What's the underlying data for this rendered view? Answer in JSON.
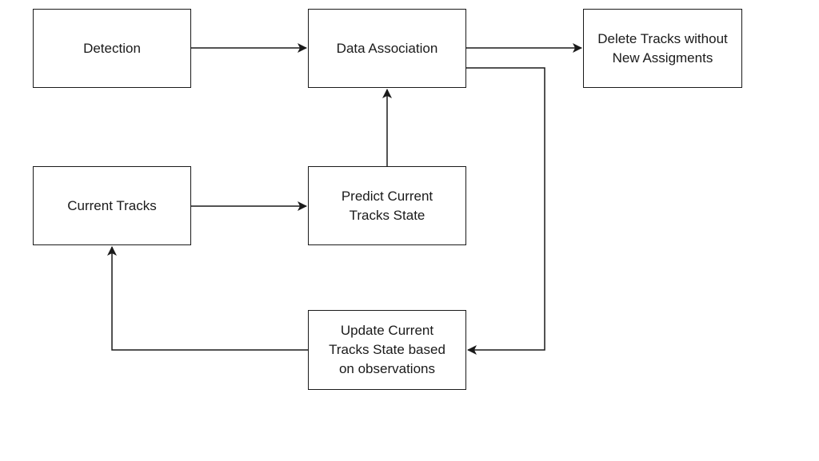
{
  "diagram": {
    "nodes": {
      "detection": {
        "label": "Detection"
      },
      "data_association": {
        "label": "Data Association"
      },
      "delete_tracks": {
        "label": "Delete Tracks without\nNew Assigments"
      },
      "current_tracks": {
        "label": "Current Tracks"
      },
      "predict_state": {
        "label": "Predict Current\nTracks State"
      },
      "update_state": {
        "label": "Update Current\nTracks State based\non observations"
      }
    },
    "edges": [
      {
        "from": "detection",
        "to": "data_association"
      },
      {
        "from": "data_association",
        "to": "delete_tracks"
      },
      {
        "from": "data_association",
        "to": "update_state"
      },
      {
        "from": "current_tracks",
        "to": "predict_state"
      },
      {
        "from": "predict_state",
        "to": "data_association"
      },
      {
        "from": "update_state",
        "to": "current_tracks"
      }
    ],
    "colors": {
      "stroke": "#1a1a1a",
      "background": "#ffffff"
    }
  }
}
